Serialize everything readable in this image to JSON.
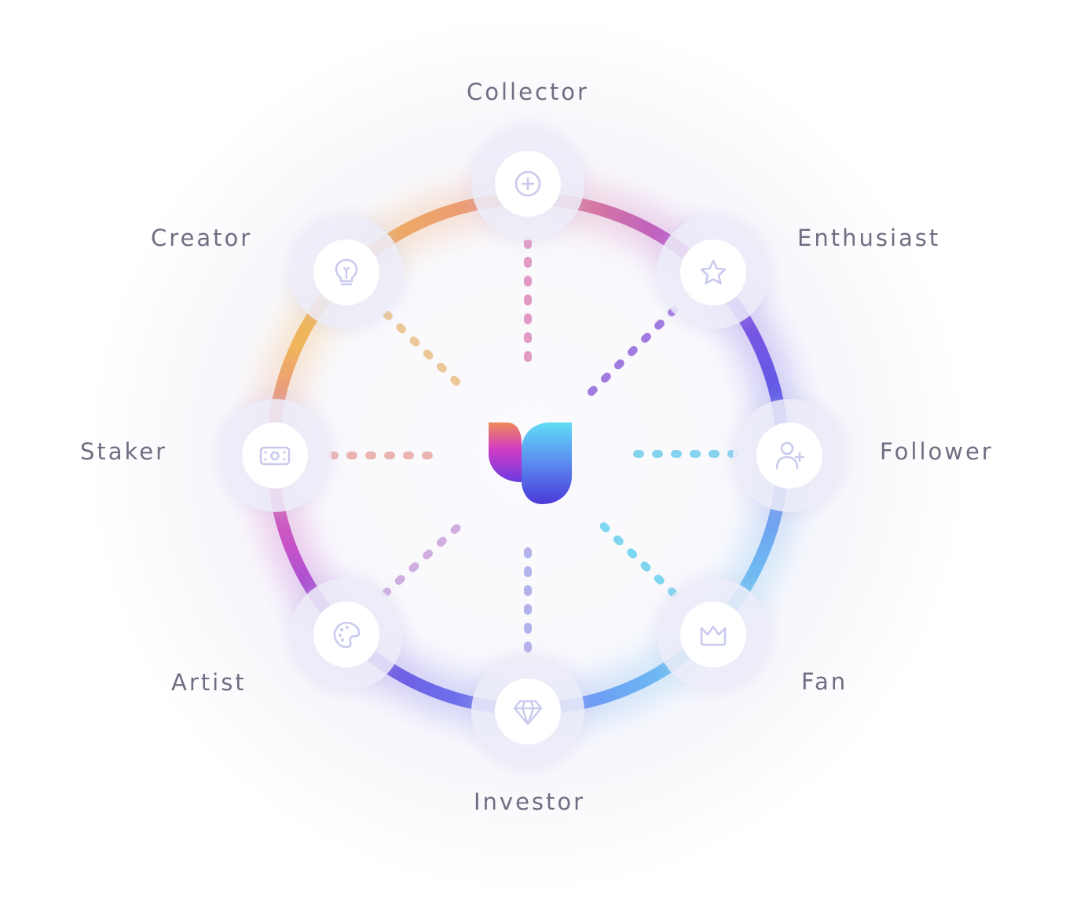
{
  "diagram": {
    "center_logo": "brand-u-logo",
    "ring_colors": {
      "top_left": "#f0b55a",
      "top": "#e98e82",
      "top_right": "#b04fd8",
      "right_upper": "#5f5ce6",
      "right": "#6f93f0",
      "right_lower": "#6fd8f2",
      "bottom_right": "#6aa8f4",
      "bottom": "#6e55e0",
      "bottom_left": "#c652c8",
      "left_lower": "#e27aa6",
      "left": "#f0b55a"
    },
    "icon_color": "#c9cbee",
    "label_color": "#6f6e82",
    "nodes": [
      {
        "label": "Collector",
        "icon": "plus-circle-icon",
        "spoke_color": "#e09ac4"
      },
      {
        "label": "Enthusiast",
        "icon": "star-icon",
        "spoke_color": "#a27be0"
      },
      {
        "label": "Follower",
        "icon": "user-plus-icon",
        "spoke_color": "#86d3f0"
      },
      {
        "label": "Fan",
        "icon": "crown-icon",
        "spoke_color": "#7fd6f0"
      },
      {
        "label": "Investor",
        "icon": "diamond-icon",
        "spoke_color": "#b4b2ea"
      },
      {
        "label": "Artist",
        "icon": "palette-icon",
        "spoke_color": "#d0aee0"
      },
      {
        "label": "Staker",
        "icon": "money-bill-icon",
        "spoke_color": "#eab4b0"
      },
      {
        "label": "Creator",
        "icon": "lightbulb-icon",
        "spoke_color": "#ecc898"
      }
    ]
  }
}
